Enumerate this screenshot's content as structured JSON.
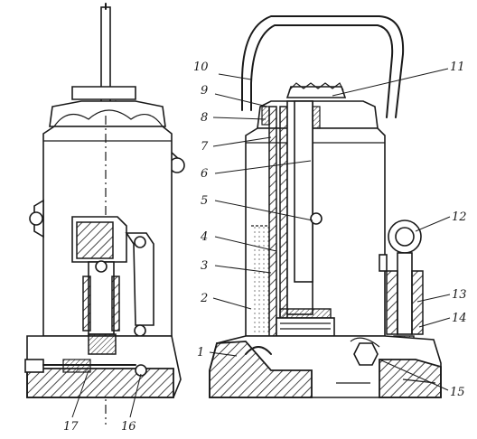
{
  "callouts": [
    {
      "id": "c1",
      "label": "1"
    },
    {
      "id": "c2",
      "label": "2"
    },
    {
      "id": "c3",
      "label": "3"
    },
    {
      "id": "c4",
      "label": "4"
    },
    {
      "id": "c5",
      "label": "5"
    },
    {
      "id": "c6",
      "label": "6"
    },
    {
      "id": "c7",
      "label": "7"
    },
    {
      "id": "c8",
      "label": "8"
    },
    {
      "id": "c9",
      "label": "9"
    },
    {
      "id": "c10",
      "label": "10"
    },
    {
      "id": "c11",
      "label": "11"
    },
    {
      "id": "c12",
      "label": "12"
    },
    {
      "id": "c13",
      "label": "13"
    },
    {
      "id": "c14",
      "label": "14"
    },
    {
      "id": "c15",
      "label": "15"
    },
    {
      "id": "c16",
      "label": "16"
    },
    {
      "id": "c17",
      "label": "17"
    }
  ],
  "colors": {
    "ink": "#1a1a1a",
    "paper": "#ffffff"
  }
}
